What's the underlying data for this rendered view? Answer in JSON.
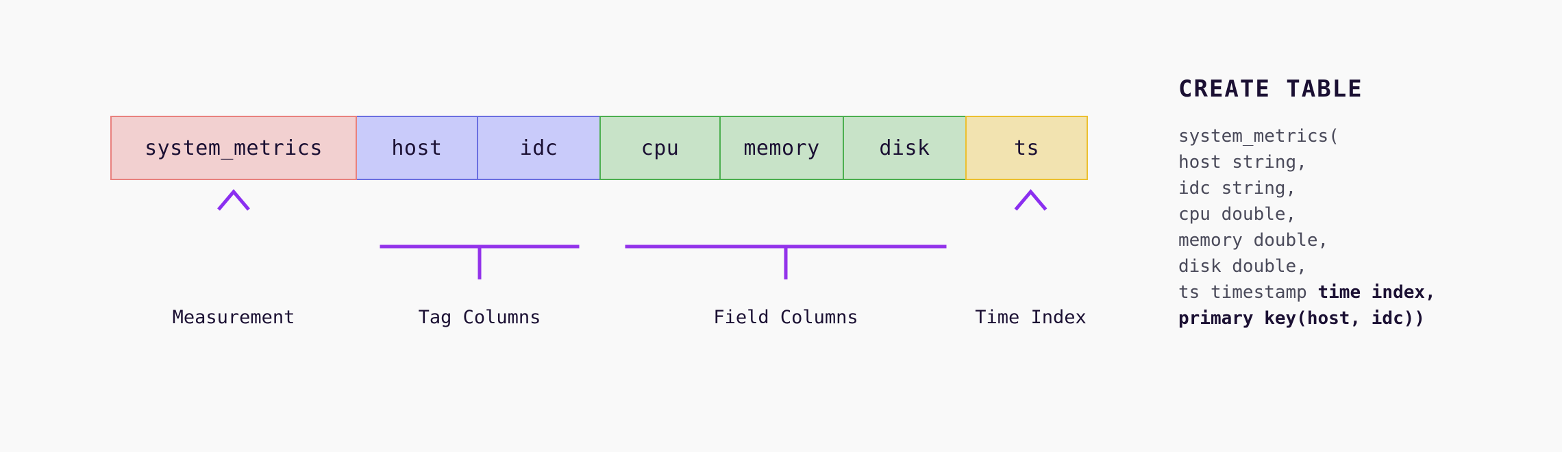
{
  "background": "#f9f9f9",
  "accent": "#a855f7",
  "schema": {
    "groups": [
      {
        "name": "measurement",
        "caption": "Measurement",
        "connector": "arrow",
        "color_fill": "#f2d0d0",
        "color_border": "#e8817e",
        "cells": [
          {
            "label": "system_metrics"
          }
        ]
      },
      {
        "name": "tag-columns",
        "caption": "Tag Columns",
        "connector": "bracket",
        "color_fill": "#c9cbfa",
        "color_border": "#6b6fe0",
        "cells": [
          {
            "label": "host"
          },
          {
            "label": "idc"
          }
        ]
      },
      {
        "name": "field-columns",
        "caption": "Field Columns",
        "connector": "bracket",
        "color_fill": "#c8e3c8",
        "color_border": "#4caf50",
        "cells": [
          {
            "label": "cpu"
          },
          {
            "label": "memory"
          },
          {
            "label": "disk"
          }
        ]
      },
      {
        "name": "time-index",
        "caption": "Time Index",
        "connector": "arrow",
        "color_fill": "#f2e3b0",
        "color_border": "#ecc030",
        "cells": [
          {
            "label": "ts"
          }
        ]
      }
    ]
  },
  "code": {
    "title": "CREATE TABLE",
    "lines": [
      {
        "plain": "system_metrics(",
        "bold": ""
      },
      {
        "plain": "host string,",
        "bold": ""
      },
      {
        "plain": "idc string,",
        "bold": ""
      },
      {
        "plain": "cpu double,",
        "bold": ""
      },
      {
        "plain": "memory double,",
        "bold": ""
      },
      {
        "plain": "disk double,",
        "bold": ""
      },
      {
        "plain": "ts timestamp ",
        "bold": "time index,"
      },
      {
        "plain": "",
        "bold": "primary key(host, idc))"
      }
    ]
  }
}
